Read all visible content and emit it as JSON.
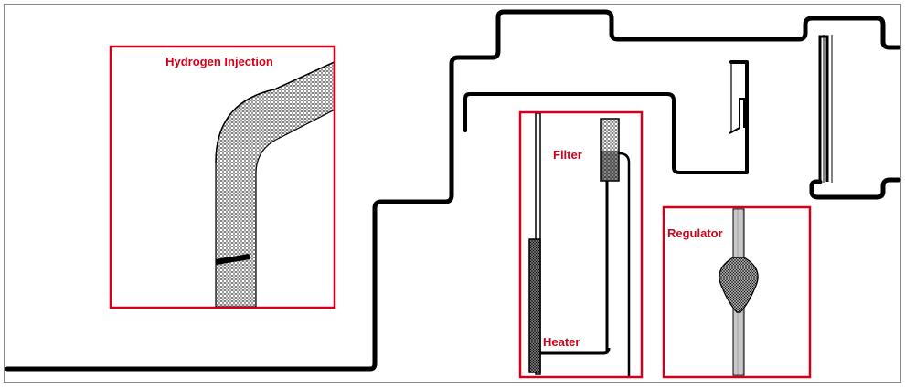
{
  "labels": {
    "hydrogen_injection": "Hydrogen Injection",
    "filter": "Filter",
    "heater": "Heater",
    "regulator": "Regulator"
  },
  "colors": {
    "pipe": "#000000",
    "highlight": "#d0021b",
    "frame": "#888888"
  }
}
